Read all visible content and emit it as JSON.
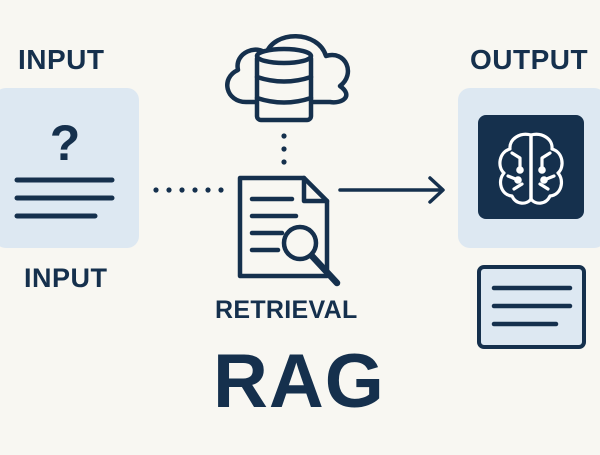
{
  "labels": {
    "input_top": "INPUT",
    "input_bottom": "INPUT",
    "output": "OUTPUT",
    "retrieval": "RETRIEVAL",
    "title": "RAG"
  },
  "input_panel": {
    "symbol": "?"
  },
  "icons": [
    "question-icon",
    "cloud-database-icon",
    "document-search-icon",
    "brain-circuit-icon",
    "text-card-icon",
    "arrow-right-icon"
  ],
  "colors": {
    "background": "#f8f7f2",
    "navy": "#15304d",
    "panel": "#dde8f2",
    "white": "#ffffff"
  }
}
